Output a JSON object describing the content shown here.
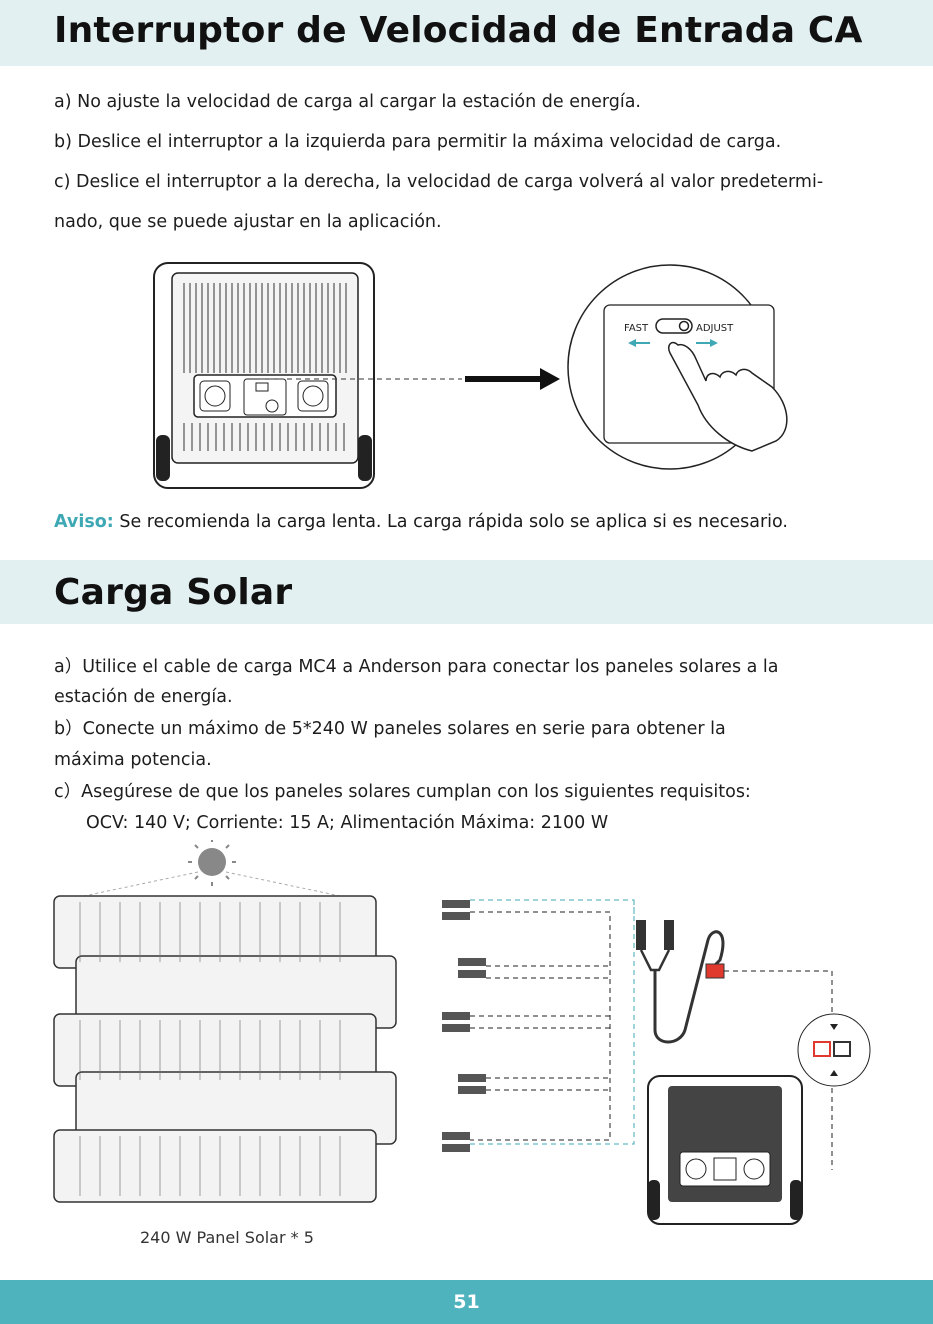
{
  "section_ac": {
    "title": "Interruptor de Velocidad de Entrada CA",
    "items": [
      "a) No ajuste la velocidad de carga al cargar la estación de energía.",
      "b) Deslice el interruptor a la izquierda para permitir la máxima velocidad de carga.",
      "c) Deslice el interruptor a la derecha, la velocidad de carga volverá al valor predetermi-",
      "nado, que se puede ajustar en la aplicación."
    ],
    "switch_left_label": "FAST",
    "switch_right_label": "ADJUST",
    "notice_label": "Aviso:",
    "notice_text": "Se recomienda la carga lenta. La carga rápida solo se aplica si es necesario."
  },
  "section_solar": {
    "title": "Carga Solar",
    "items": [
      "a）Utilice el cable de carga MC4 a Anderson para conectar los paneles solares a la",
      "estación de energía.",
      "b）Conecte un máximo de 5*240 W paneles solares en serie para obtener la",
      "máxima potencia.",
      "c）Asegúrese de que los paneles solares cumplan con los siguientes requisitos:",
      "OCV: 140 V; Corriente: 15 A; Alimentación Máxima: 2100 W"
    ],
    "panel_caption": "240 W Panel Solar * 5"
  },
  "footer": {
    "page_number": "51"
  },
  "colors": {
    "accent": "#4fb3be",
    "band": "#e3f0f2",
    "notice": "#3fa8b5",
    "anderson_red": "#e03a2f"
  }
}
